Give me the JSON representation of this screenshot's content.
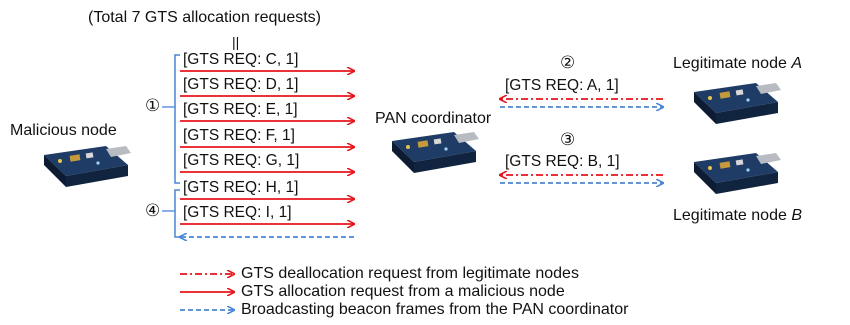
{
  "header": {
    "total_note": "(Total 7 GTS allocation requests)",
    "marker": "||"
  },
  "nodes": {
    "malicious": "Malicious node",
    "coordinator": "PAN coordinator",
    "legit_a": "Legitimate node A",
    "legit_b": "Legitimate node B"
  },
  "group_labels": {
    "one": "①",
    "two": "②",
    "three": "③",
    "four": "④"
  },
  "requests": {
    "c": "[GTS REQ: C, 1]",
    "d": "[GTS REQ: D, 1]",
    "e": "[GTS REQ: E, 1]",
    "f": "[GTS REQ: F, 1]",
    "g": "[GTS REQ: G, 1]",
    "h": "[GTS REQ: H, 1]",
    "i": "[GTS REQ: I, 1]",
    "a": "[GTS REQ: A, 1]",
    "b": "[GTS REQ: B, 1]"
  },
  "legend": {
    "dealloc": "GTS deallocation request from legitimate nodes",
    "alloc": "GTS allocation request from a malicious node",
    "beacon": "Broadcasting beacon frames from the PAN coordinator"
  },
  "colors": {
    "red": "#e8141c",
    "blue": "#4a86d4",
    "board": "#1e3c66"
  }
}
